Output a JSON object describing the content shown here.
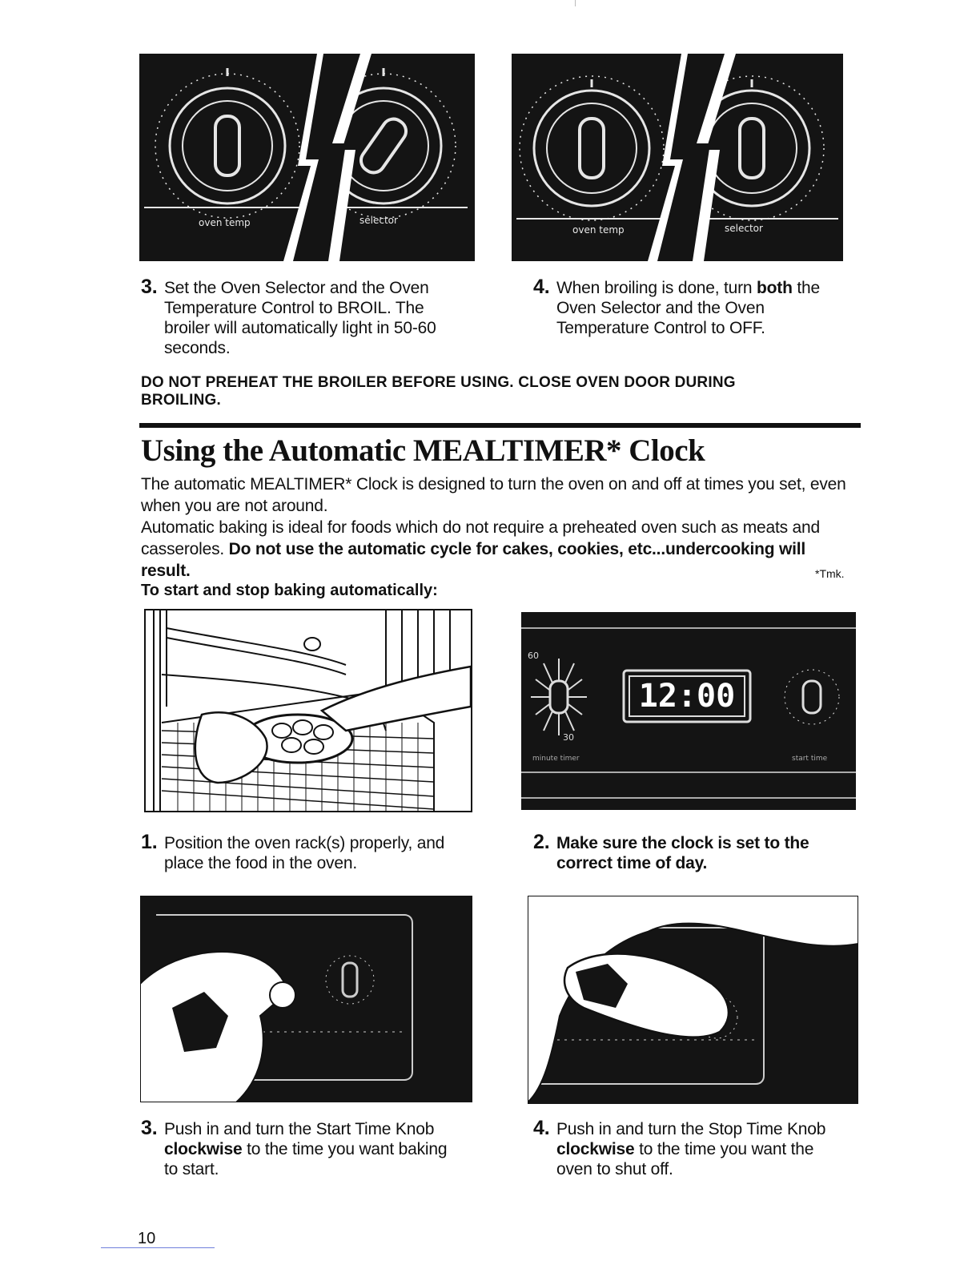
{
  "top_panels": {
    "left": {
      "label_oven_temp": "oven temp",
      "label_selector": "selector"
    },
    "right": {
      "label_oven_temp": "oven temp",
      "label_selector": "selector"
    }
  },
  "broil_steps": [
    {
      "number": "3.",
      "text": "Set the Oven Selector and the Oven Temperature Control to BROIL. The broiler will automatically light in 50-60 seconds."
    },
    {
      "number": "4.",
      "text_before": "When broiling is done, turn ",
      "text_bold": "both",
      "text_after": " the Oven Selector and the Oven Temperature Control to OFF."
    }
  ],
  "warning": "DO NOT PREHEAT THE BROILER BEFORE USING. CLOSE OVEN DOOR DURING BROILING.",
  "section": {
    "title": "Using the Automatic MEALTIMER* Clock",
    "intro_p1": "The automatic MEALTIMER* Clock is designed to turn the oven on and off at times you set, even when you are not around.",
    "intro_p2_plain": "Automatic baking is ideal for foods which do not require a preheated oven such as meats and casseroles. ",
    "intro_p2_bold": "Do not use the automatic cycle for cakes, cookies, etc...undercooking will result.",
    "tmk": "*Tmk.",
    "subheading": "To start and stop baking automatically:"
  },
  "clock_panel": {
    "display": "12:00",
    "label_minute_timer": "minute timer",
    "label_start_time": "start time"
  },
  "bake_steps": [
    {
      "number": "1.",
      "text": "Position the oven rack(s) properly, and place the food in the oven."
    },
    {
      "number": "2.",
      "text_bold": "Make sure the clock is set to the correct time of day."
    },
    {
      "number": "3.",
      "text_before": "Push in and turn the Start Time Knob ",
      "text_bold": "clockwise",
      "text_after": " to the time you want baking to start."
    },
    {
      "number": "4.",
      "text_before": "Push in and turn the Stop Time Knob ",
      "text_bold": "clockwise",
      "text_after": " to the time you want the oven to shut off."
    }
  ],
  "page_number": "10"
}
